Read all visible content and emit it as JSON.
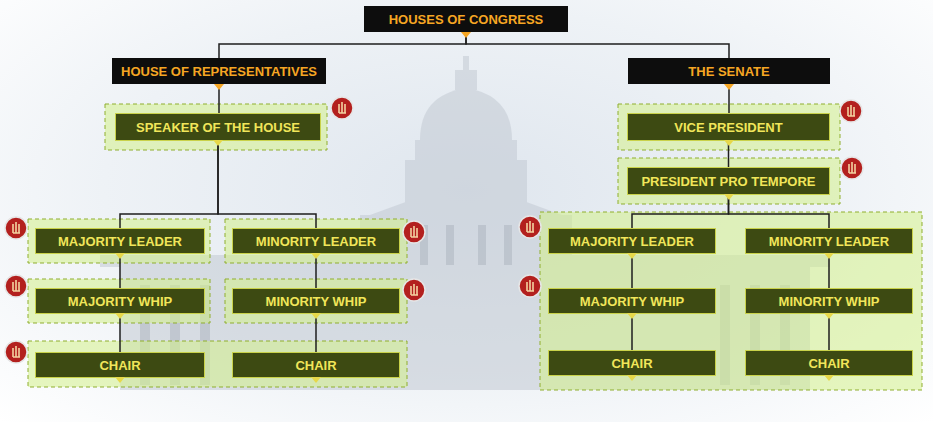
{
  "diagram": {
    "nodes": [
      {
        "text": [
          "HOUSES OF CONGRESS"
        ]
      },
      {
        "text": [
          "HOUSE OF REPRESENTATIVES"
        ]
      },
      {
        "text": [
          "THE SENATE"
        ]
      },
      {
        "text": [
          "SPEAKER OF THE HOUSE"
        ]
      },
      {
        "text": [
          "VICE PRESIDENT"
        ]
      },
      {
        "text": [
          "PRESIDENT PRO TEMPORE"
        ]
      },
      {
        "text": [
          "MAJORITY LEADER"
        ]
      },
      {
        "text": [
          "MINORITY LEADER"
        ]
      },
      {
        "text": [
          "MAJORITY LEADER"
        ]
      },
      {
        "text": [
          "MINORITY LEADER"
        ]
      },
      {
        "text": [
          "MAJORITY WHIP"
        ]
      },
      {
        "text": [
          "MINORITY WHIP"
        ]
      },
      {
        "text": [
          "MAJORITY WHIP"
        ]
      },
      {
        "text": [
          "MINORITY WHIP"
        ]
      },
      {
        "text": [
          "CHAIR"
        ]
      },
      {
        "text": [
          "CHAIR"
        ]
      },
      {
        "text": [
          "CHAIR"
        ]
      },
      {
        "text": [
          "CHAIR"
        ]
      }
    ],
    "edges": [
      {
        "from": 0,
        "to": 1,
        "arrow": "none"
      },
      {
        "from": 0,
        "to": 2,
        "arrow": "none"
      },
      {
        "from": 1,
        "to": 3,
        "arrow": "none"
      },
      {
        "from": 2,
        "to": 4,
        "arrow": "none"
      },
      {
        "from": 4,
        "to": 5,
        "arrow": "none"
      },
      {
        "from": 3,
        "to": 6,
        "arrow": "none"
      },
      {
        "from": 3,
        "to": 7,
        "arrow": "none"
      },
      {
        "from": 5,
        "to": 8,
        "arrow": "none"
      },
      {
        "from": 5,
        "to": 9,
        "arrow": "none"
      },
      {
        "from": 6,
        "to": 10,
        "arrow": "none"
      },
      {
        "from": 7,
        "to": 11,
        "arrow": "none"
      },
      {
        "from": 8,
        "to": 12,
        "arrow": "none"
      },
      {
        "from": 9,
        "to": 13,
        "arrow": "none"
      },
      {
        "from": 10,
        "to": 14,
        "arrow": "none"
      },
      {
        "from": 11,
        "to": 15,
        "arrow": "none"
      },
      {
        "from": 12,
        "to": 16,
        "arrow": "none"
      },
      {
        "from": 13,
        "to": 17,
        "arrow": "none"
      }
    ]
  }
}
